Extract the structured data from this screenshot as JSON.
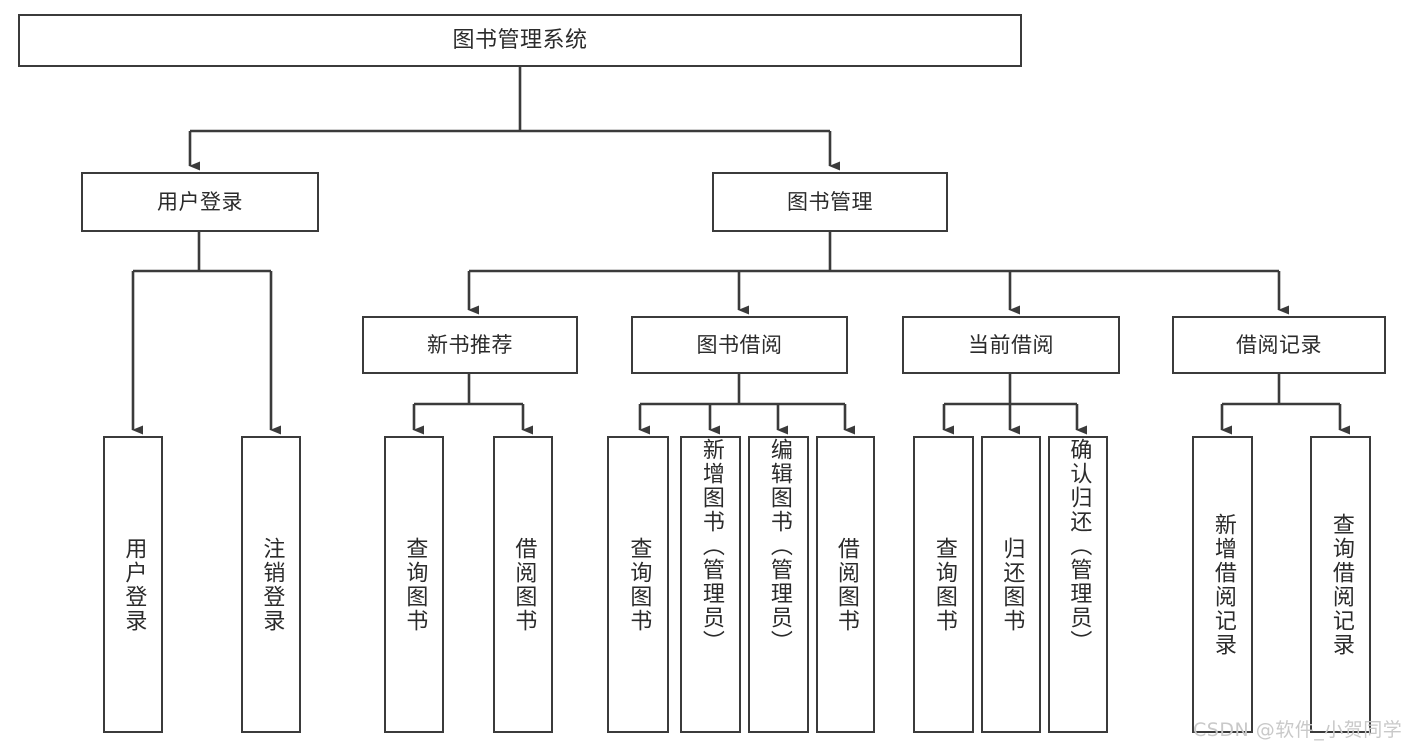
{
  "diagram": {
    "title": "图书管理系统",
    "type": "tree",
    "colors": {
      "box_border": "#3b3b3b",
      "box_fill": "#ffffff",
      "edge": "#3b3b3b",
      "text": "#2b2b2b",
      "watermark": "#c9c9c9",
      "background": "#ffffff"
    },
    "root": {
      "label": "图书管理系统"
    },
    "level2": [
      {
        "label": "用户登录"
      },
      {
        "label": "图书管理"
      }
    ],
    "level3": [
      {
        "label": "新书推荐"
      },
      {
        "label": "图书借阅"
      },
      {
        "label": "当前借阅"
      },
      {
        "label": "借阅记录"
      }
    ],
    "leaves": {
      "user_login": [
        {
          "label": "用户登录"
        },
        {
          "label": "注销登录"
        }
      ],
      "new_book_recommend": [
        {
          "label": "查询图书"
        },
        {
          "label": "借阅图书"
        }
      ],
      "book_borrow": [
        {
          "label": "查询图书"
        },
        {
          "label": "新增图书（管理员）"
        },
        {
          "label": "编辑图书（管理员）"
        },
        {
          "label": "借阅图书"
        }
      ],
      "current_borrow": [
        {
          "label": "查询图书"
        },
        {
          "label": "归还图书"
        },
        {
          "label": "确认归还（管理员）"
        }
      ],
      "borrow_record": [
        {
          "label": "新增借阅记录"
        },
        {
          "label": "查询借阅记录"
        }
      ]
    },
    "watermark": "CSDN @软件_小贺同学"
  }
}
